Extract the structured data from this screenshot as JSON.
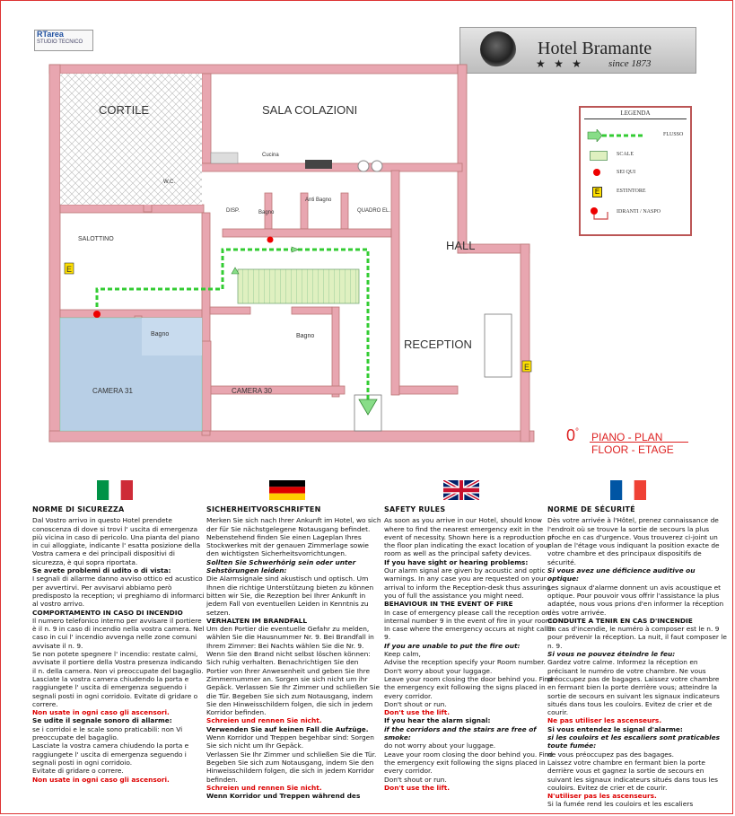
{
  "header": {
    "company_logo_text": "RTarea",
    "company_logo_sub": "STUDIO TECNICO",
    "hotel_name": "Hotel Bramante",
    "hotel_stars": "★ ★ ★",
    "hotel_since": "since 1873"
  },
  "rooms": {
    "cortile": "CORTILE",
    "sala": "SALA COLAZIONI",
    "cucina": "Cucina",
    "wc": "W.C.",
    "disp": "DISP.",
    "bagno1": "Bagno",
    "antibagno": "Anti\nBagno",
    "quadro": "QUADRO EL.",
    "hall": "HALL",
    "salottino": "SALOTTINO",
    "bagno2": "Bagno",
    "bagno3": "Bagno",
    "reception": "RECEPTION",
    "camera31": "CAMERA 31",
    "camera30": "CAMERA 30",
    "estintore_mark": "E"
  },
  "legend": {
    "title": "LEGENDA",
    "items": [
      "FLUSSO",
      "SCALE",
      "SEI QUI",
      "ESTINTORE",
      "IDRANTI / NASPO"
    ]
  },
  "floor": {
    "line1_number": "0",
    "line1_sup": "°",
    "line1_text": "PIANO - PLAN",
    "line2_text": "FLOOR - ETAGE"
  },
  "flags": {
    "colors": {
      "italy": [
        "#009246",
        "#ffffff",
        "#ce2b37"
      ],
      "germany": [
        "#000000",
        "#dd0000",
        "#ffce00"
      ],
      "uk": [
        "#012169",
        "#ffffff",
        "#c8102e"
      ],
      "france": [
        "#0055a4",
        "#ffffff",
        "#ef4135"
      ]
    }
  },
  "columns": {
    "it": {
      "title": "NORME DI SICUREZZA",
      "p1": "Dal Vostro arrivo in questo Hotel prendete conoscenza di dove si trovi l' uscita di emergenza più vicina in caso di pericolo. Una pianta del piano in cui alloggiate, indicante l' esatta posizione della Vostra camera e dei principali dispositivi di sicurezza, è qui sopra riportata.",
      "h1": "Se avete problemi di udito o di vista:",
      "p2": "I segnali di allarme danno avviso ottico ed acustico per avvertirvi. Per avvisarvi abbiamo però predisposto la reception; vi preghiamo di informarci al vostro arrivo.",
      "h2": "COMPORTAMENTO IN CASO DI INCENDIO",
      "p3": "Il numero telefonico interno per avvisare il portiere è il n. 9 in caso di incendio nella vostra camera. Nel caso in cui l' incendio avvenga nelle zone comuni avvisate il n. 9.",
      "p4": "Se non potete spegnere l' incendio: restate calmi, avvisate il portiere della Vostra presenza indicando il n. della camera. Non vi preoccupate del bagaglio.",
      "p5": "Lasciate la vostra camera chiudendo la porta e raggiungete l' uscita di emergenza seguendo i segnali posti in ogni corridoio. Evitate di gridare o correre.",
      "r1": "Non usate in ogni caso gli ascensori.",
      "h3": "Se udite il segnale sonoro di allarme:",
      "p6": "se i corridoi e le scale sono praticabili: non Vi preoccupate del bagaglio.",
      "p7": "Lasciate la vostra camera chiudendo la porta e raggiungete l' uscita di emergenza seguendo i segnali posti in ogni corridoio.",
      "p8": "Evitate di gridare o correre.",
      "r2": "Non usate in ogni caso gli ascensori."
    },
    "de": {
      "title": "SICHERHEITVORSCHRIFTEN",
      "p1": "Merken Sie sich nach Ihrer Ankunft im Hotel, wo sich der für Sie nächstgelegene Notausgang befindet. Nebenstehend finden Sie einen Lageplan Ihres Stockwerkes mit der genauen Zimmerlage sowie den wichtigsten Sicherheitsvorrichtungen.",
      "h1": "Sollten Sie Schwerhörig sein oder unter Sehstörungen leiden:",
      "p2": "Die Alarmsignale sind akustisch und optisch. Um Ihnen die richtige Unterstützung bieten zu können bitten wir Sie, die Rezeption bei Ihrer Ankunft in jedem Fall von eventuellen Leiden in Kenntnis zu setzen.",
      "h2": "VERHALTEN IM BRANDFALL",
      "p3": "Um den Portier die eventuelle Gefahr zu melden, wählen Sie die Hausnummer Nr. 9. Bei Brandfall in Ihrem Zimmer: Bei Nachts wählen Sie die Nr. 9.",
      "p4": "Wenn Sie den Brand nicht selbst löschen können: Sich ruhig verhalten. Benachrichtigen Sie den Portier von Ihrer Anwesenheit und geben Sie Ihre Zimmernummer an. Sorgen sie sich nicht um ihr Gepäck. Verlassen Sie Ihr Zimmer und schließen Sie die Tür. Begeben Sie sich zum Notausgang, indem Sie den Hinweisschildern folgen, die sich in jedem Korridor befinden.",
      "r1": "Schreien und rennen Sie nicht.",
      "b1": "Verwenden Sie auf keinen Fall die Aufzüge.",
      "p5": "Wenn Korridor und Treppen begehbar sind: Sorgen Sie sich nicht um Ihr Gepäck.",
      "p6": "Verlassen Sie Ihr Zimmer und schließen Sie die Tür. Begeben Sie sich zum Notausgang, indem Sie den Hinweisschildern folgen, die sich in jedem Korridor befinden.",
      "r2": "Schreien und rennen Sie nicht.",
      "b2": "Wenn Korridor und Treppen während des"
    },
    "en": {
      "title": "SAFETY RULES",
      "p1": "As soon as you arrive in our Hotel, should know where to find the nearest emergency exit in the event of necessity. Shown here is a reproduction of the floor plan indicating the exact location of your room as well as the principal safety devices.",
      "h1": "If you have sight or hearing problems:",
      "p2": "Our alarm signal are given by acoustic and optic warnings. In any case you are requested on your arrival to inform the Reception-desk thus assuring you of full the assistance you might need.",
      "h2": "BEHAVIOUR IN THE EVENT OF FIRE",
      "p3": "In case of emergency please call the reception on internal number 9 in the event of fire in your room. In case where the emergency occurs at night call n. 9.",
      "h3": "If you are unable to put the fire out:",
      "p4": "Keep calm,",
      "p5": "Advise the reception specify your Room number.",
      "p6": "Don't worry about your luggage.",
      "p7": "Leave your room closing the door behind you. Find the emergency exit following the signs placed in every corridor.",
      "p8": "Don't shout or run.",
      "r1": "Don't use the lift.",
      "h4": "If you hear the alarm signal:",
      "i1": "if the corridors and the stairs are free of smoke:",
      "p9": "do not worry about your luggage.",
      "p10": "Leave your room closing the door behind you. Find the emergency exit following the signs placed in every corridor.",
      "p11": "Don't shout or run.",
      "r2": "Don't use the lift."
    },
    "fr": {
      "title": "NORME DE SÉCURITÉ",
      "p1": "Dès votre arrivée à l'Hôtel, prenez connaissance de l'endroit où se trouve la sortie de secours la plus proche en cas d'urgence. Vous trouverez ci-joint un plan de l'étage vous indiquant la position exacte de votre chambre et des principaux dispositifs de sécurité.",
      "h1": "Si vous avez une déficience auditive ou optique:",
      "p2": "Les signaux d'alarme donnent un avis acoustique et optique. Pour pouvoir vous offrir l'assistance la plus adaptée, nous vous prions d'en informer la réception dès votre arrivée.",
      "h2": "CONDUITE A TENIR EN CAS D'INCENDIE",
      "p3": "En cas d'incendie, le numéro à composer est le n. 9 pour prévenir la réception. La nuit, il faut composer le n. 9.",
      "h3": "Si vous ne pouvez éteindre le feu:",
      "p4": "Gardez votre calme. Informez la réception en précisant le numéro de votre chambre. Ne vous préoccupez pas de bagages. Laissez votre chambre en fermant bien la porte derrière vous; atteindre la sortie de secours en suivant les signaux indicateurs situés dans tous les couloirs. Evitez de crier et de courir.",
      "r1": "Ne pas utiliser les ascenseurs.",
      "h4": "Si vous entendez le signal d'alarme:",
      "i1": "si les couloirs et les escaliers sont praticables toute fumée:",
      "p5": "ne vous préoccupez pas des bagages.",
      "p6": "Laissez votre chambre en fermant bien la porte derrière vous et gagnez la sortie de secours en suivant les signaux indicateurs situés dans tous les couloirs. Evitez de crier et de courir.",
      "r2": "N'utiliser pas les ascenseurs.",
      "p7": "Si la fumée rend les couloirs et les escaliers"
    }
  }
}
